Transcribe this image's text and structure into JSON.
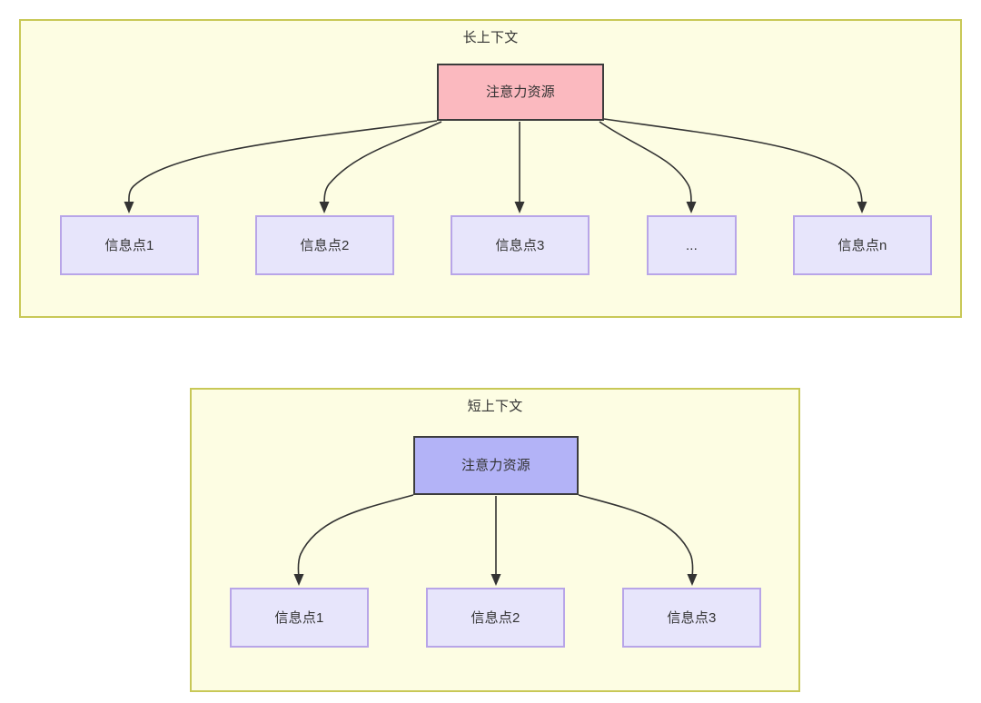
{
  "diagram": {
    "type": "node-link-tree",
    "colors": {
      "group_background": "#fdfde3",
      "group_border": "#c8c857",
      "root_long_fill": "#fbb9bf",
      "root_short_fill": "#b3b3f7",
      "root_border": "#3c3c3c",
      "info_fill": "#e7e5fb",
      "info_border": "#b8a5e8",
      "edge": "#333333",
      "text": "#333333"
    },
    "groups": [
      {
        "id": "long-context",
        "title": "长上下文",
        "root": {
          "label": "注意力资源"
        },
        "children": [
          {
            "label": "信息点1"
          },
          {
            "label": "信息点2"
          },
          {
            "label": "信息点3"
          },
          {
            "label": "..."
          },
          {
            "label": "信息点n"
          }
        ]
      },
      {
        "id": "short-context",
        "title": "短上下文",
        "root": {
          "label": "注意力资源"
        },
        "children": [
          {
            "label": "信息点1"
          },
          {
            "label": "信息点2"
          },
          {
            "label": "信息点3"
          }
        ]
      }
    ]
  }
}
